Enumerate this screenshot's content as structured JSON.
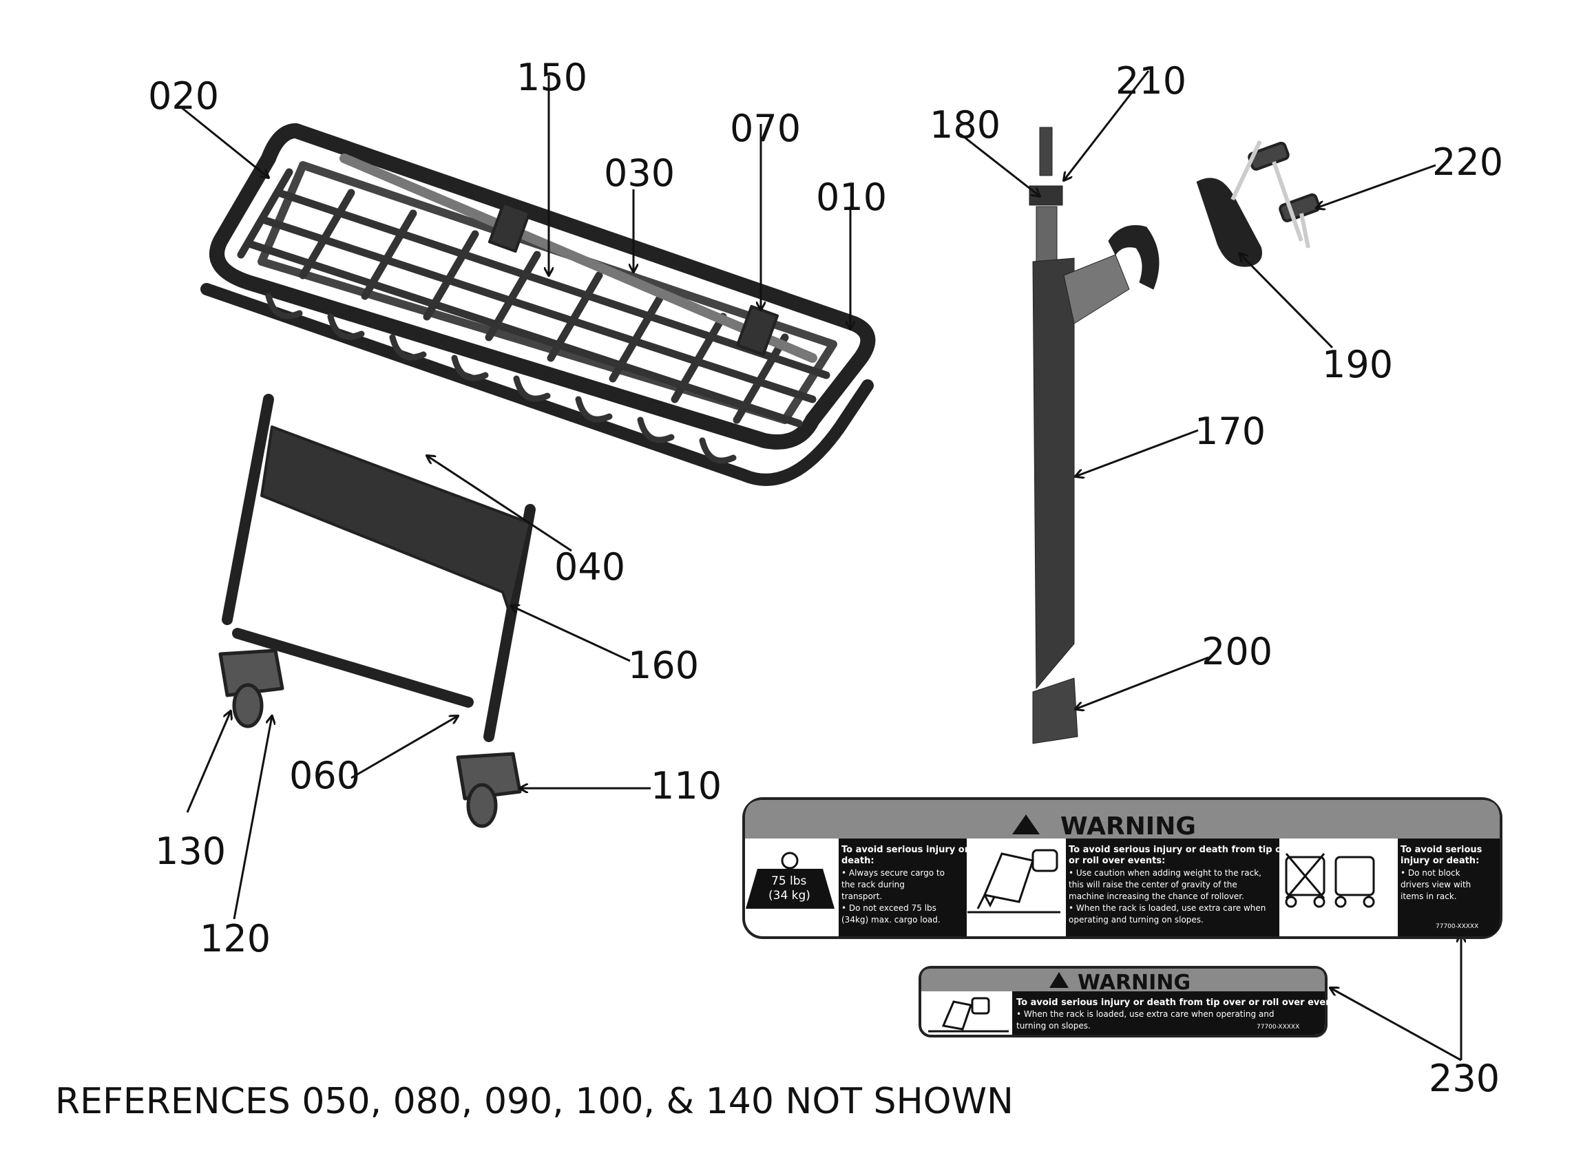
{
  "callouts": {
    "c020": "020",
    "c150": "150",
    "c030": "030",
    "c070": "070",
    "c010": "010",
    "c040": "040",
    "c160": "160",
    "c060": "060",
    "c110": "110",
    "c130": "130",
    "c120": "120",
    "c180": "180",
    "c210": "210",
    "c220": "220",
    "c190": "190",
    "c170": "170",
    "c200": "200",
    "c230": "230"
  },
  "footer_note": "REFERENCES 050, 080, 090, 100, & 140 NOT SHOWN",
  "decal_large": {
    "title": "WARNING",
    "weight_line1": "75 lbs",
    "weight_line2": "(34 kg)",
    "panel1": {
      "heading1": "To avoid serious injury or",
      "heading2": "death:",
      "lines": [
        "•   Always secure cargo to",
        "     the rack during",
        "     transport.",
        "•   Do not exceed 75 lbs",
        "     (34kg) max. cargo load."
      ]
    },
    "panel2": {
      "heading1": "To avoid serious injury or death from tip over",
      "heading2": "or roll over events:",
      "lines": [
        "•   Use caution when adding weight to the rack,",
        "     this will raise the center of gravity of the",
        "     machine increasing the chance of rollover.",
        "•   When the rack is loaded, use extra care when",
        "     operating and turning on slopes."
      ]
    },
    "panel3": {
      "heading1": "To avoid serious",
      "heading2": "injury or death:",
      "lines": [
        "•   Do not block",
        "     drivers view with",
        "     items in rack."
      ]
    },
    "code": "77700-XXXXX"
  },
  "decal_small": {
    "title": "WARNING",
    "heading": "To avoid serious injury or death from tip over or roll over events:",
    "lines": [
      "•   When the rack is loaded, use extra care when operating and",
      "     turning on slopes."
    ],
    "code": "77700-XXXXX"
  }
}
